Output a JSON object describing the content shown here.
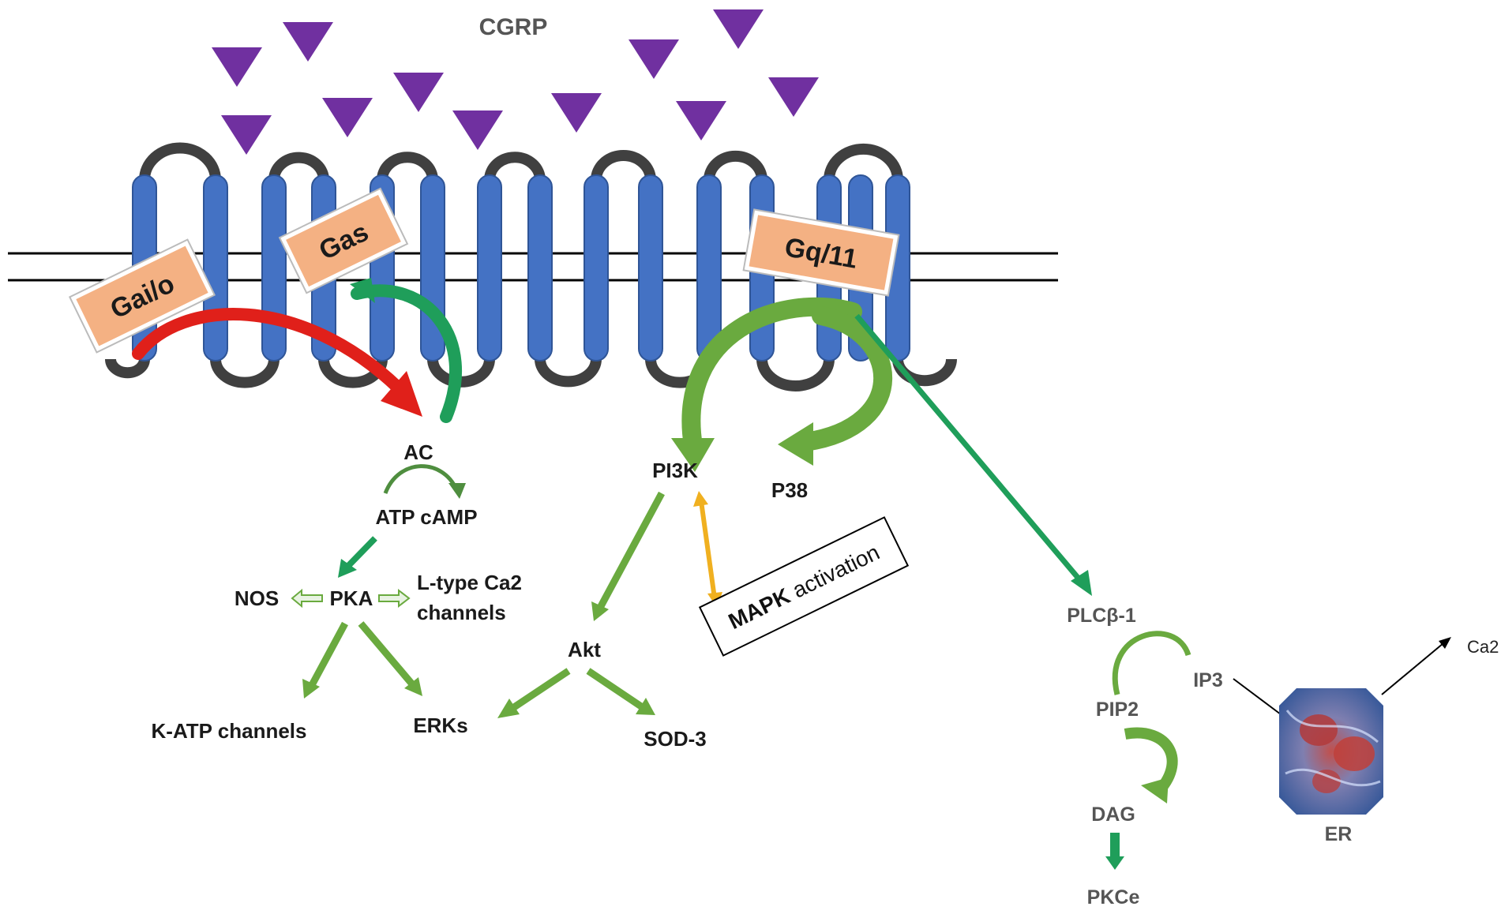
{
  "ligand": {
    "label": "CGRP",
    "color": "#7030a0"
  },
  "g_proteins": [
    {
      "id": "gio",
      "label": "Gai/o"
    },
    {
      "id": "gs",
      "label": "Gas"
    },
    {
      "id": "gq",
      "label": "Gq/11"
    }
  ],
  "nodes": {
    "ac": "AC",
    "atp_camp": "ATP cAMP",
    "pka": "PKA",
    "nos": "NOS",
    "ltype_line1": "L-type Ca2",
    "ltype_line2": "channels",
    "katp": "K-ATP channels",
    "erks": "ERKs",
    "pi3k": "PI3K",
    "p38": "P38",
    "akt": "Akt",
    "sod3": "SOD-3",
    "mapk_bold": "MAPK",
    "mapk_rest": " activation",
    "plcb1": "PLCβ-1",
    "pip2": "PIP2",
    "ip3": "IP3",
    "dag": "DAG",
    "pkce": "PKCe",
    "er": "ER",
    "ca2": "Ca2"
  },
  "colors": {
    "helix": "#4472c4",
    "loop": "#404040",
    "gbox": "#f4b183",
    "inhibit_arrow": "#e0201a",
    "green_dark": "#1f9e5a",
    "green_light": "#6aaa3f",
    "orange_arrow": "#f0b020",
    "membrane": "#000000"
  }
}
